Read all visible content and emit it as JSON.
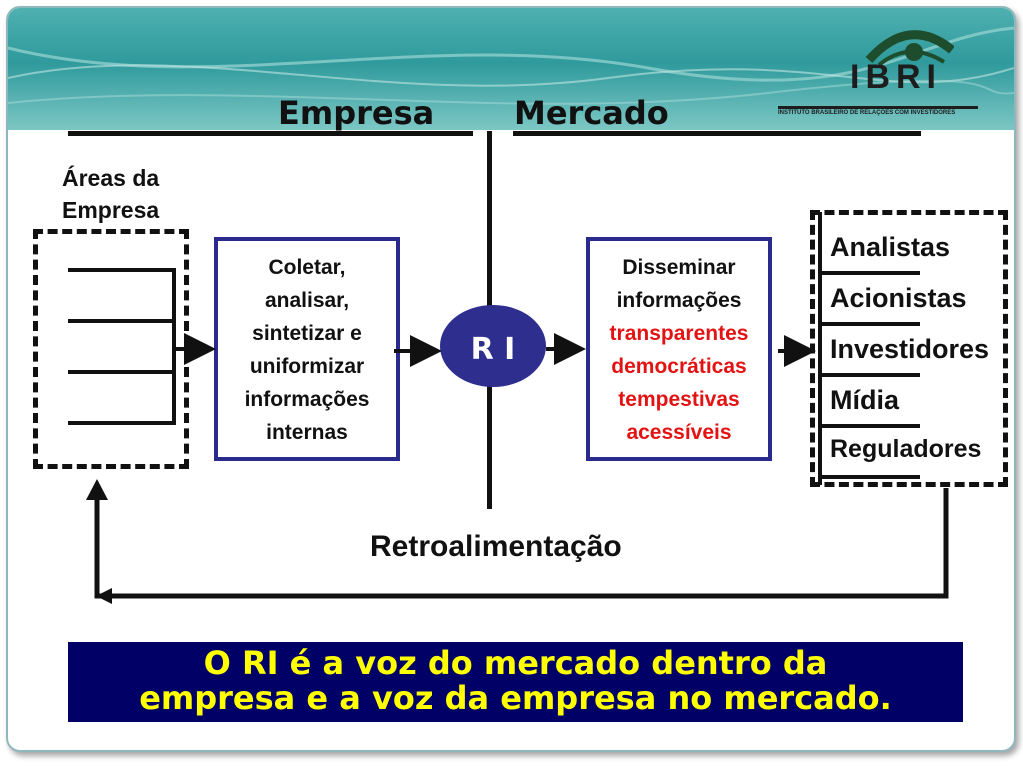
{
  "logo": {
    "name": "IBRI",
    "subtitle": "INSTITUTO BRASILEIRO DE RELAÇÕES COM INVESTIDORES"
  },
  "headings": {
    "left": "Empresa",
    "right": "Mercado"
  },
  "areas_label": [
    "Áreas da",
    "Empresa"
  ],
  "process_box": [
    "Coletar,",
    "analisar,",
    "sintetizar e",
    "uniformizar",
    "informações",
    "internas"
  ],
  "center": {
    "label": "R I"
  },
  "disseminate_box": {
    "lead": [
      "Disseminar",
      "informações"
    ],
    "qualities": [
      "transparentes",
      "democráticas",
      "tempestivas",
      "acessíveis"
    ]
  },
  "audience": [
    "Analistas",
    "Acionistas",
    "Investidores",
    "Mídia",
    "Reguladores"
  ],
  "feedback_label": "Retroalimentação",
  "footer": [
    "O RI é a voz do mercado dentro da",
    "empresa e a voz da empresa no mercado."
  ],
  "colors": {
    "accent_blue": "#2e2e8f",
    "highlight_red": "#e31313",
    "footer_bg": "#000066",
    "footer_text": "#ffff00",
    "banner_teal": "#2f9a9c"
  }
}
